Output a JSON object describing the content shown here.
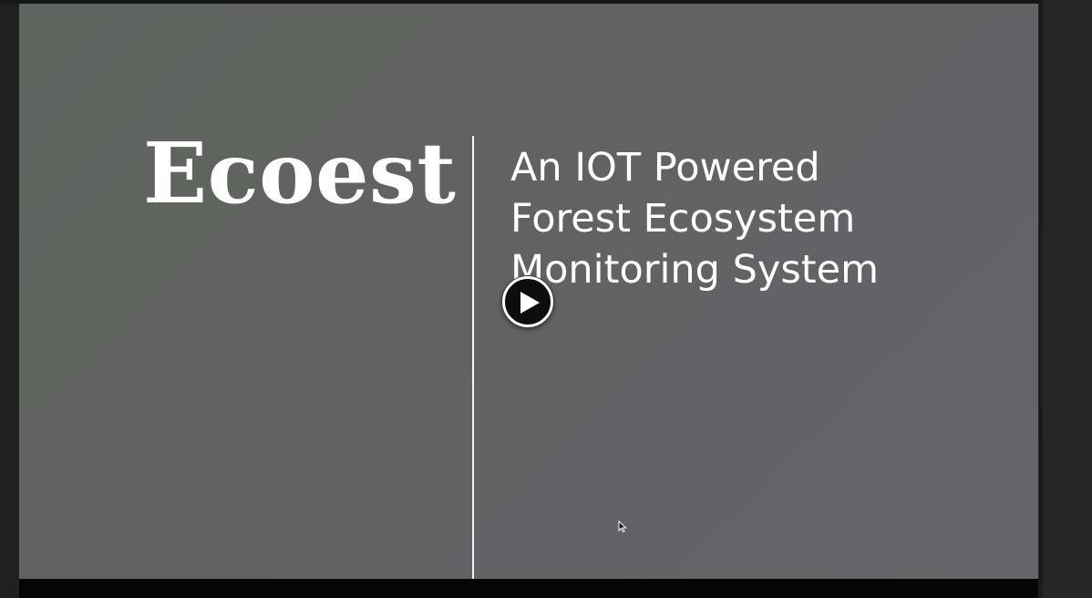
{
  "slide": {
    "title": "Ecoest",
    "subtitle_lines": [
      "An IOT Powered",
      "Forest Ecosystem",
      "Monitoring System"
    ]
  },
  "controls": {
    "play_icon": "play-icon",
    "cursor_icon": "mouse-pointer-icon"
  },
  "colors": {
    "slide_background": "#626461",
    "text": "#ffffff",
    "frame": "#202020",
    "bottom_bar": "#050505"
  }
}
